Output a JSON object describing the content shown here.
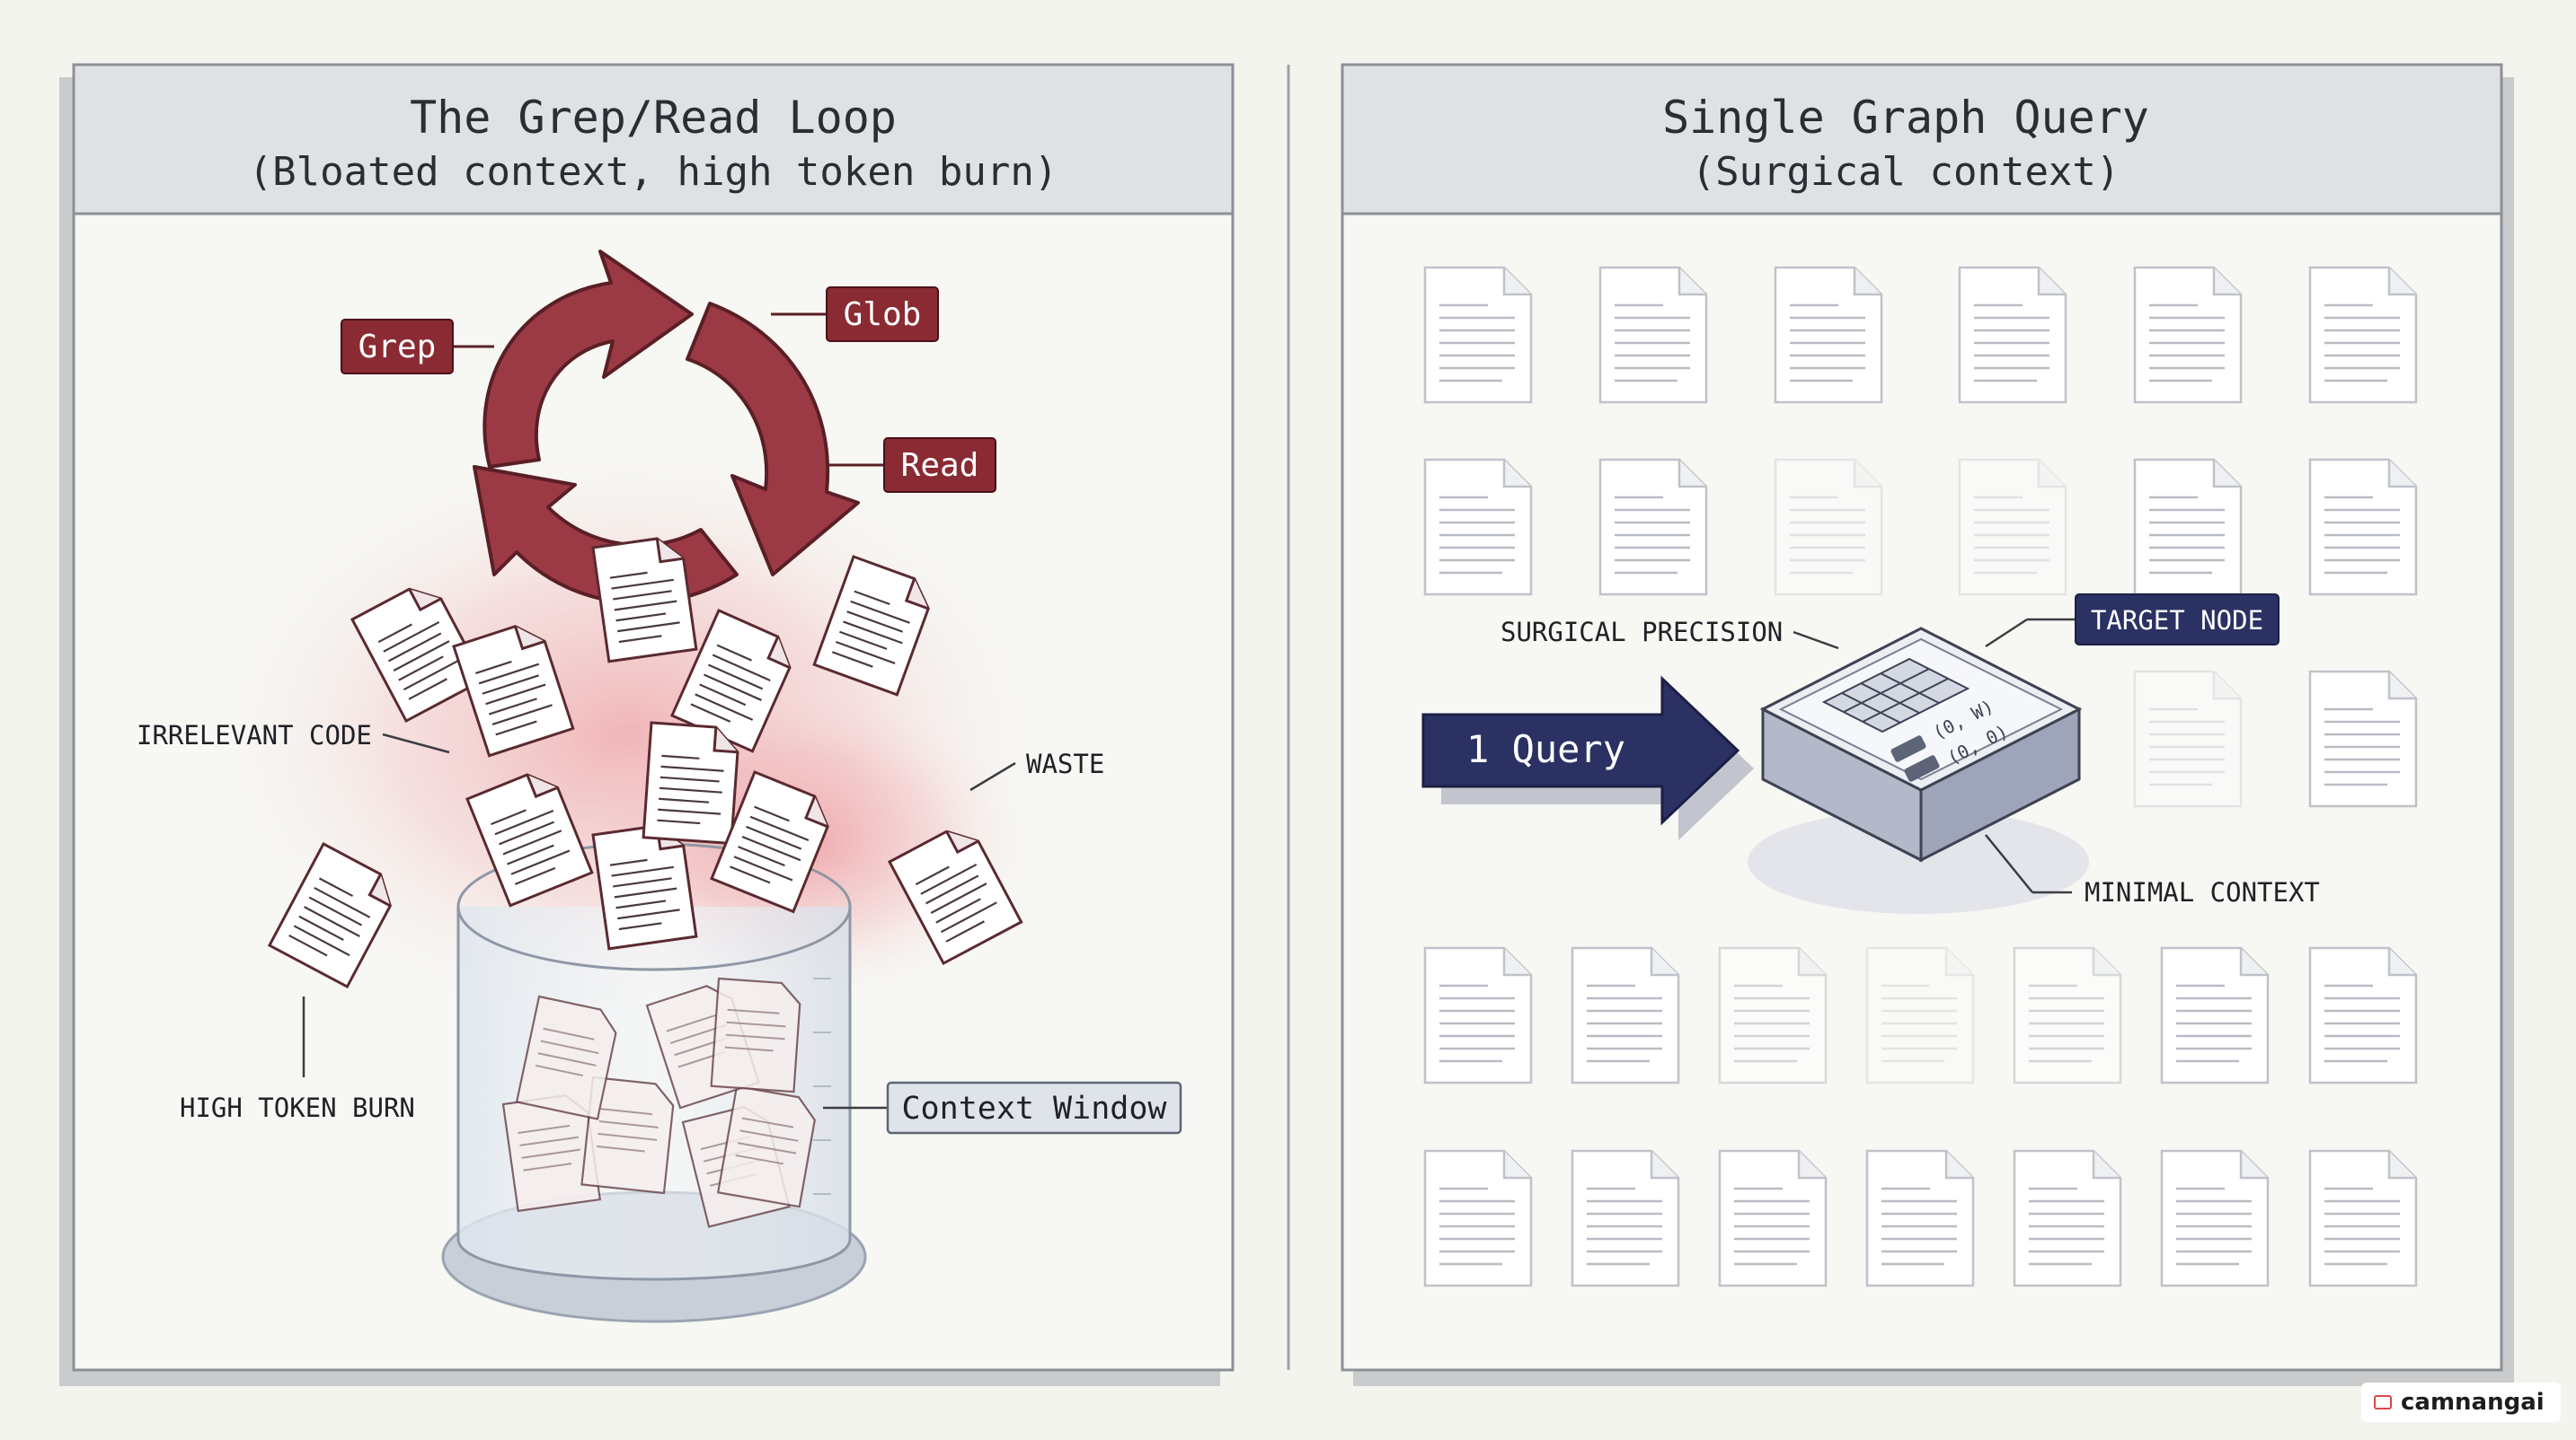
{
  "colors": {
    "background": "#f4f4ef",
    "panel": "#f7f7f3",
    "panel_header": "#dfe1e4",
    "panel_border": "#8c9099",
    "accent_red": "#8a2a33",
    "accent_navy": "#2b3163",
    "glow": "#e8868e"
  },
  "left_panel": {
    "title": "The Grep/Read Loop",
    "subtitle": "(Bloated context, high token burn)",
    "loop_labels": {
      "grep": "Grep",
      "glob": "Glob",
      "read": "Read"
    },
    "annotations": {
      "irrelevant_code": "IRRELEVANT CODE",
      "waste": "WASTE",
      "high_token_burn": "HIGH TOKEN BURN",
      "context_window": "Context Window"
    }
  },
  "right_panel": {
    "title": "Single Graph Query",
    "subtitle": "(Surgical context)",
    "query_arrow_label": "1 Query",
    "annotations": {
      "surgical_precision": "SURGICAL PRECISION",
      "target_node": "TARGET NODE",
      "minimal_context": "MINIMAL CONTEXT"
    },
    "node_glyphs": [
      "(0, W)",
      "(0, 0)"
    ]
  },
  "watermark": {
    "text": "camnangai"
  }
}
